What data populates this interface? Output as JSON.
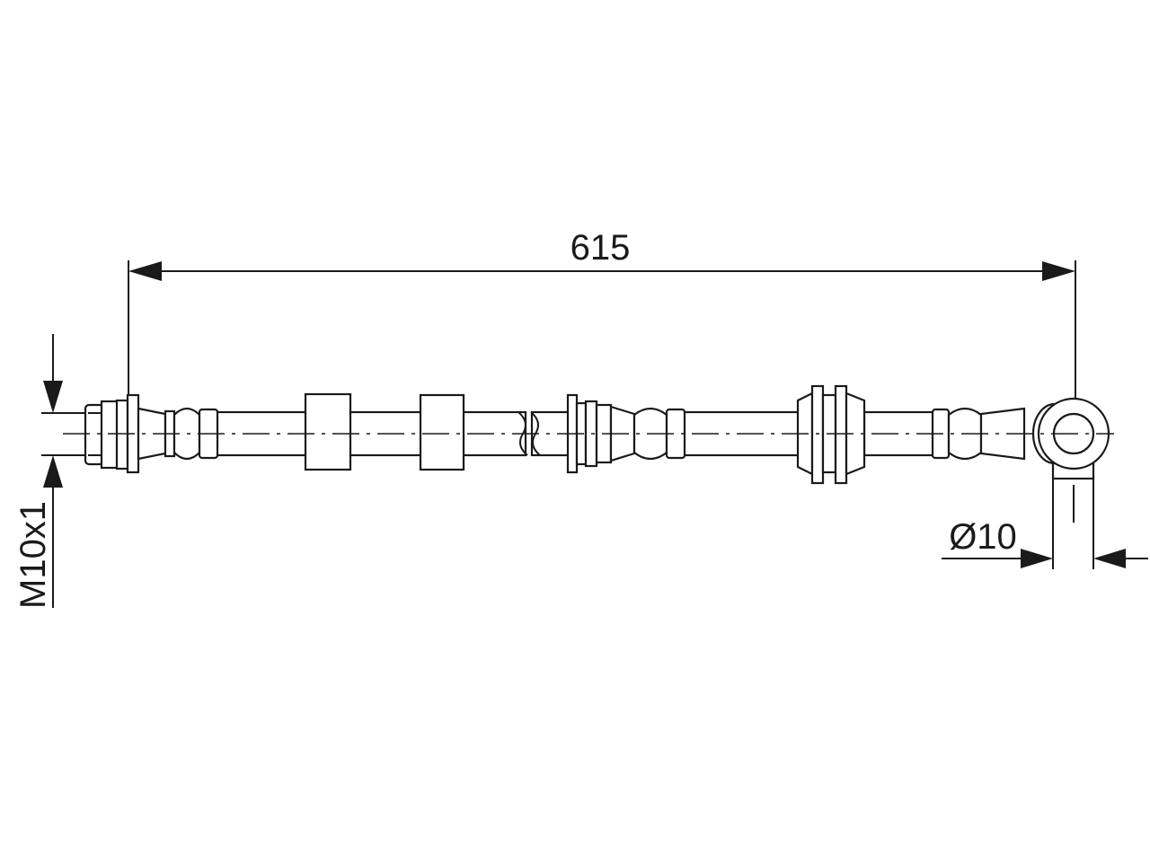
{
  "dimensions": {
    "length": "615",
    "thread": "M10x1",
    "eye_diameter": "Ø10"
  },
  "colors": {
    "line": "#1a1a1a",
    "background": "#ffffff"
  }
}
